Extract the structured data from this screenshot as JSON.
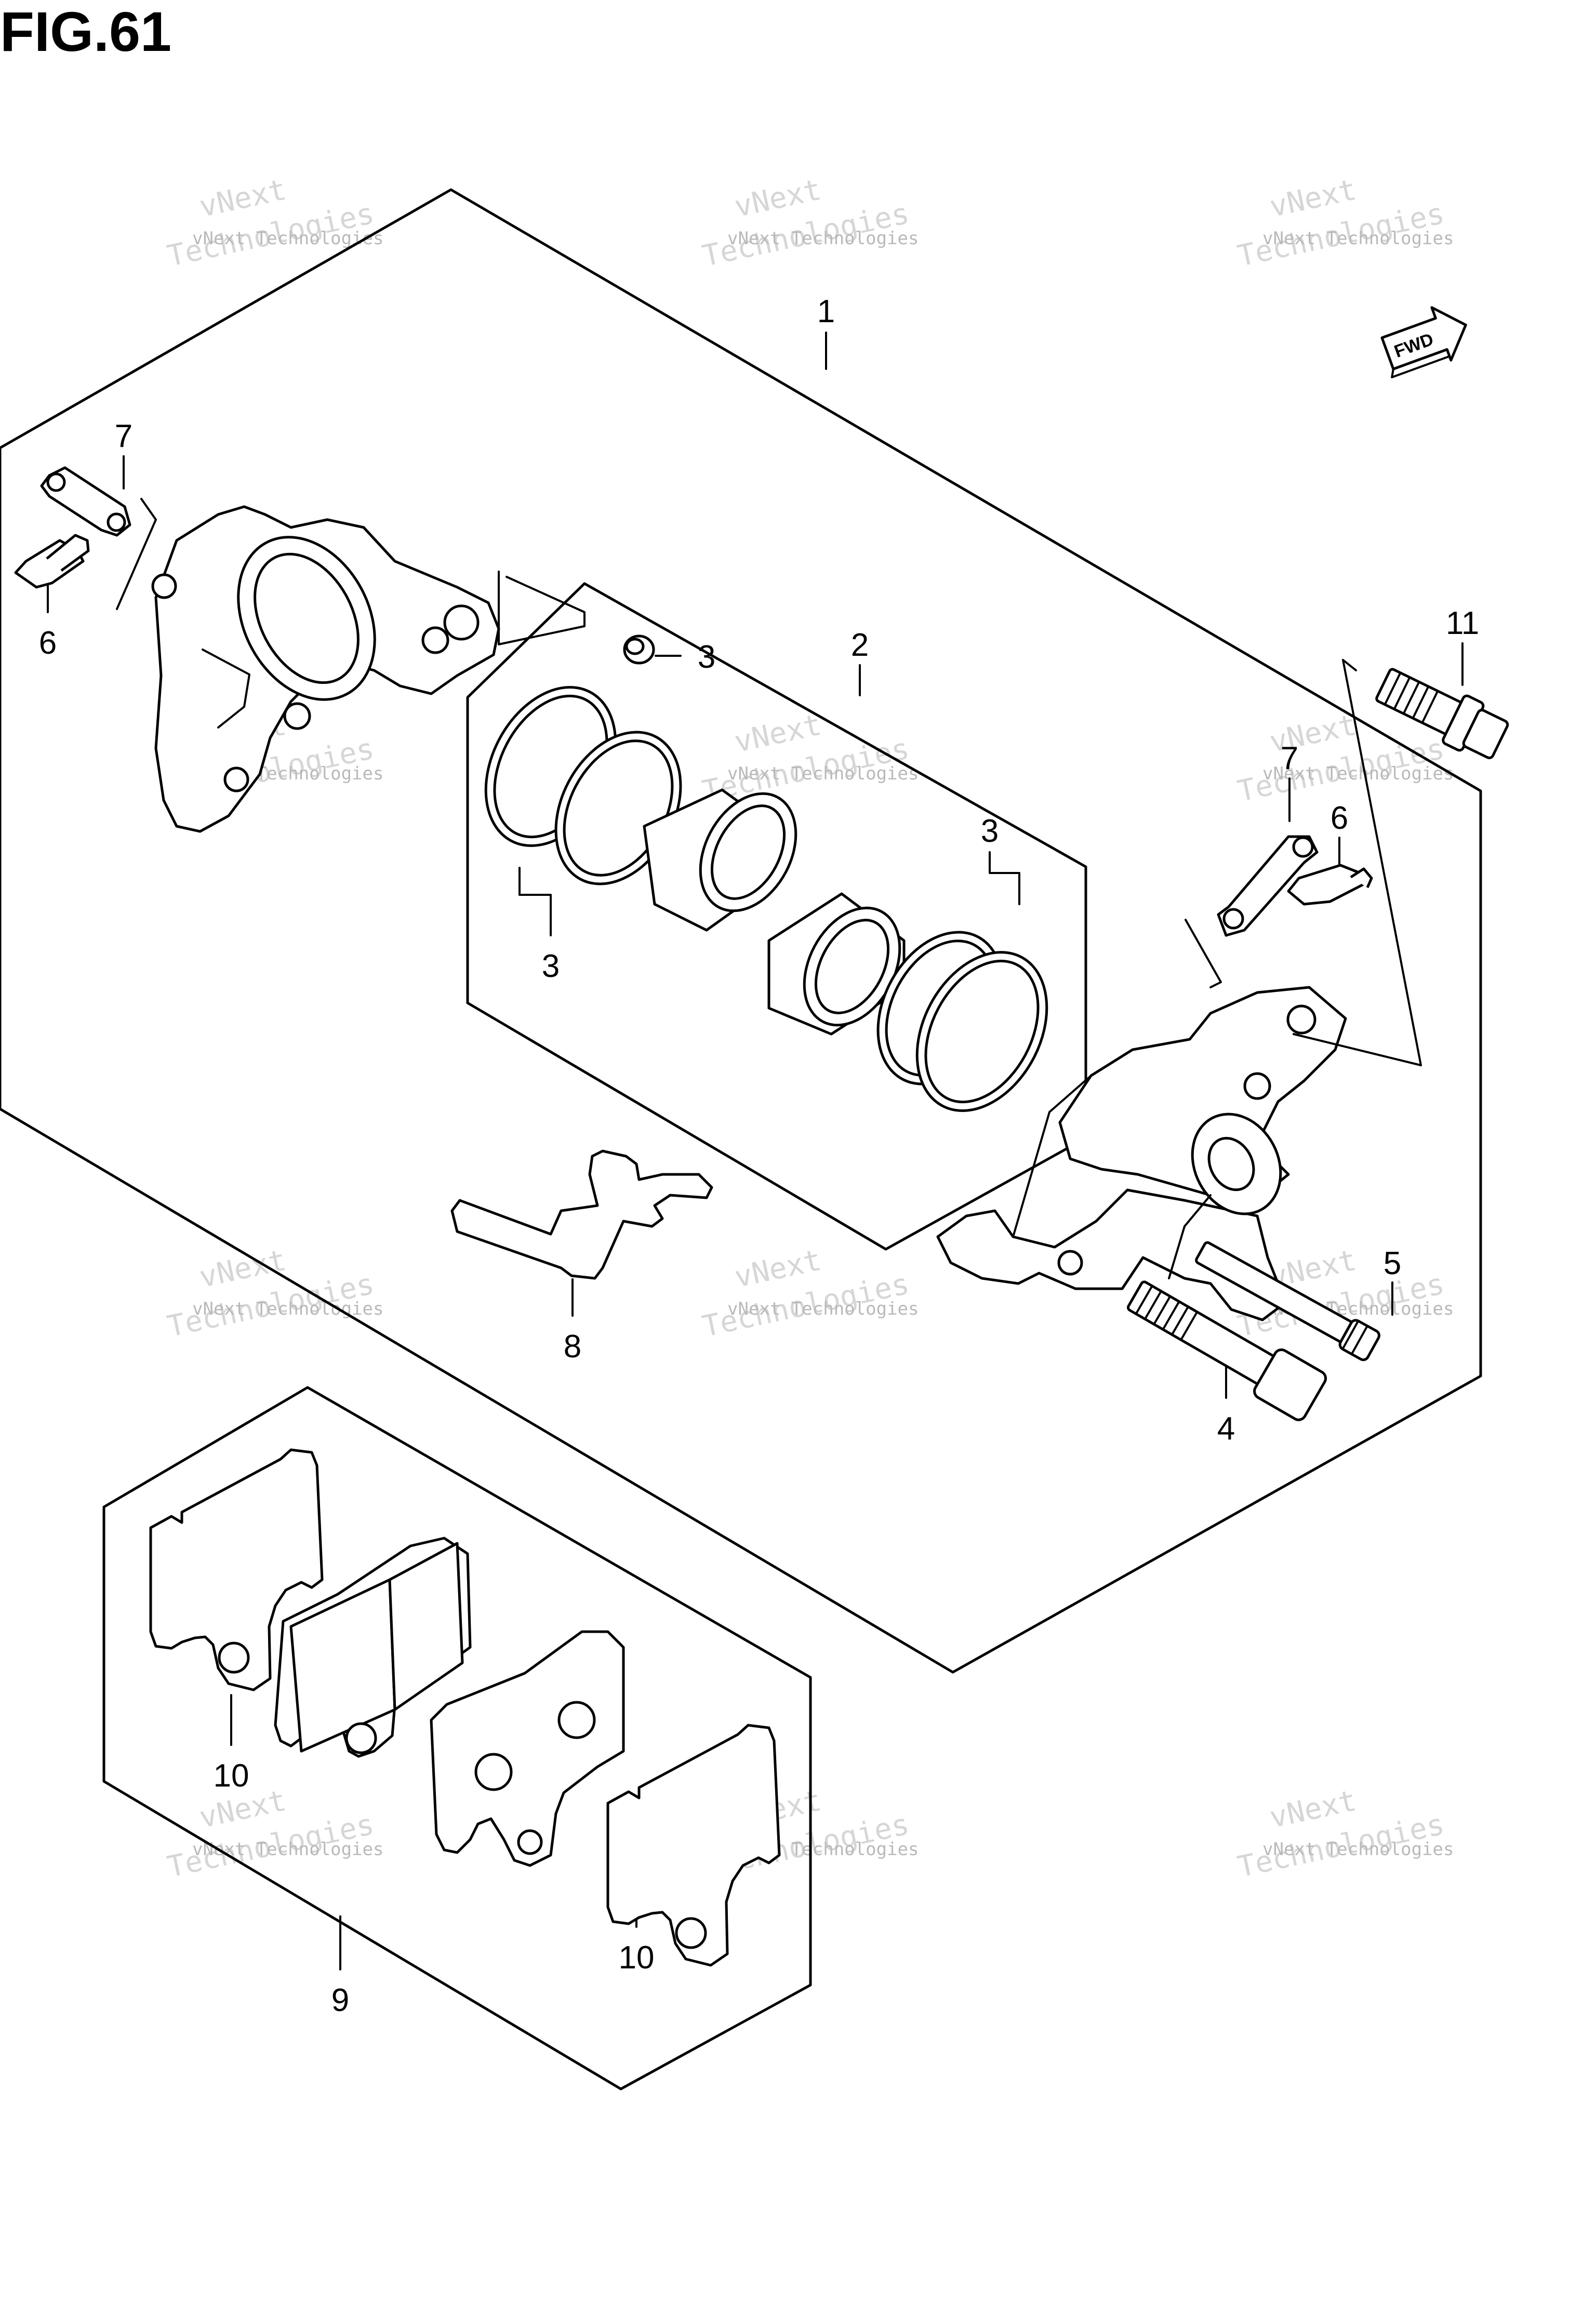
{
  "figure": {
    "title": "FIG.61"
  },
  "callouts": [
    {
      "id": "c1",
      "label": "1"
    },
    {
      "id": "c2",
      "label": "2"
    },
    {
      "id": "c3a",
      "label": "3"
    },
    {
      "id": "c3b",
      "label": "3"
    },
    {
      "id": "c3c",
      "label": "3"
    },
    {
      "id": "c4",
      "label": "4"
    },
    {
      "id": "c5",
      "label": "5"
    },
    {
      "id": "c6a",
      "label": "6"
    },
    {
      "id": "c6b",
      "label": "6"
    },
    {
      "id": "c7a",
      "label": "7"
    },
    {
      "id": "c7b",
      "label": "7"
    },
    {
      "id": "c8",
      "label": "8"
    },
    {
      "id": "c9",
      "label": "9"
    },
    {
      "id": "c10a",
      "label": "10"
    },
    {
      "id": "c10b",
      "label": "10"
    },
    {
      "id": "c11",
      "label": "11"
    }
  ],
  "watermark": {
    "line1": "vNext Technologies",
    "line2": "vNext",
    "line3": "Technologies"
  },
  "fwd_badge": {
    "label": "FWD"
  }
}
